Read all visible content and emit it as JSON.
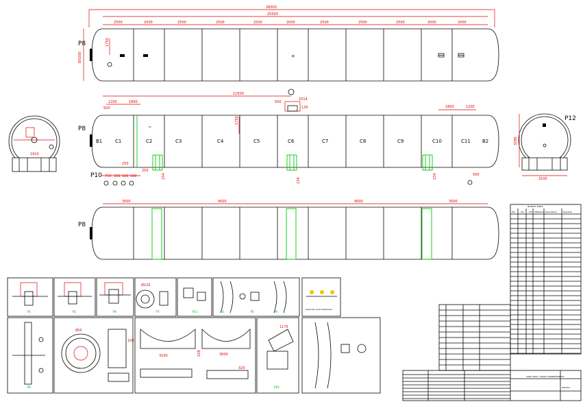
{
  "top_view": {
    "label": "P8",
    "overall_dim": "26000",
    "shell_dim": "25000",
    "segments": [
      "2500",
      "2000",
      "2500",
      "2500",
      "2500",
      "2000",
      "2500",
      "2500",
      "2500",
      "2000",
      "2000"
    ],
    "diameter": "Ø3200",
    "nozzle_dim": "1750"
  },
  "side_view": {
    "label_left": "P8",
    "label_bottom": "P10",
    "head_left": "B1",
    "head_right": "B2",
    "compartments": [
      "C1",
      "C2",
      "C3",
      "C4",
      "C5",
      "C6",
      "C7",
      "C8",
      "C9",
      "C10",
      "C11"
    ],
    "dim_manhole": "12500",
    "dim_left_1": "1200",
    "dim_left_2": "1800",
    "dim_left_3": "500",
    "dim_right_1": "1800",
    "dim_right_2": "1200",
    "dim_top_nozzle": "1014",
    "dim_top_a": "500",
    "dim_top_b": "130",
    "dim_vert": "1750",
    "dim_bottom": [
      "750",
      "500",
      "500",
      "500"
    ],
    "dim_bottom_250a": "250",
    "dim_bottom_250b": "250",
    "dim_bottom_234": [
      "234",
      "234",
      "234"
    ],
    "dim_bottom_right": "500",
    "p_label": "P2"
  },
  "end_left": {
    "dim": "1910"
  },
  "end_right": {
    "label": "P12",
    "dim_w": "3100",
    "dim_h": "3280"
  },
  "bottom_view": {
    "label": "P8",
    "dims": [
      "3500",
      "9000",
      "9000",
      "3500"
    ]
  },
  "details": [
    {
      "label": "P1"
    },
    {
      "label": "P2"
    },
    {
      "label": "P4"
    },
    {
      "label": "P7"
    },
    {
      "label": "P11"
    },
    {
      "label": "P3"
    },
    {
      "label": "P5"
    },
    {
      "label": "P9"
    },
    {
      "label": "P6"
    },
    {
      "label": "P10"
    }
  ],
  "detail_dims": {
    "d120": "Ø120",
    "d850": "850",
    "d100": "100",
    "saddle_w1": "3100",
    "saddle_w2": "3000",
    "saddle_h": "228",
    "plate_w": "320",
    "p10_dim": "1175"
  },
  "detail_note": "Eventual ventil\nketterhaar",
  "nozzle_table": {
    "title": "NOZZLE TABLE",
    "headers": [
      "Pos",
      "Qty",
      "DN",
      "PN/Rating",
      "Description",
      "Remarks"
    ]
  },
  "title_block": {
    "drawing_title": "TANK 3200 x 26000 COMPARTMENTS",
    "drawing_no": "DW03/3"
  }
}
